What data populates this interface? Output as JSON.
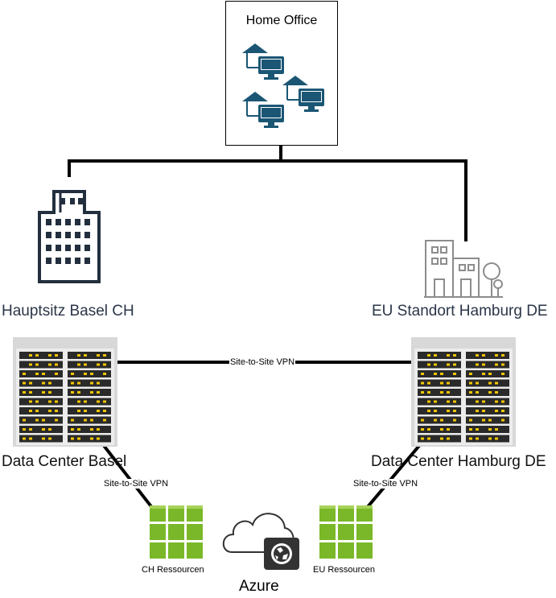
{
  "home_office": {
    "title": "Home Office"
  },
  "sites": {
    "hq": {
      "label": "Hauptsitz Basel CH"
    },
    "eu": {
      "label": "EU Standort Hamburg DE"
    }
  },
  "datacenters": {
    "basel": {
      "label": "Data Center Basel"
    },
    "hamburg": {
      "label": "Data Center Hamburg DE"
    }
  },
  "connections": {
    "dc_vpn": "Site-to-Site VPN",
    "basel_vpn": "Site-to-Site VPN",
    "hamburg_vpn": "Site-to-Site VPN"
  },
  "resources": {
    "ch": {
      "label": "CH Ressourcen"
    },
    "eu": {
      "label": "EU Ressourcen"
    }
  },
  "cloud": {
    "label": "Azure"
  },
  "colors": {
    "line": "#000000",
    "building_dark": "#232f3e",
    "building_light": "#8c8c8c",
    "home_icon": "#1b5674",
    "azure_green": "#7ab829",
    "server_bezel": "#d8d8d8",
    "server_face": "#2a2a2a",
    "server_led": "#f2c500"
  }
}
